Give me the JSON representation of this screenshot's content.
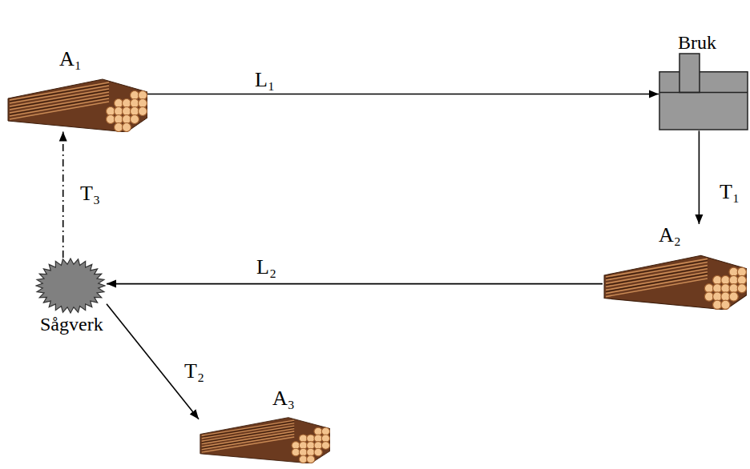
{
  "diagram": {
    "nodes": [
      {
        "text": [
          "A₁"
        ]
      },
      {
        "text": [
          "Bruk"
        ]
      },
      {
        "text": [
          "A₂"
        ]
      },
      {
        "text": [
          "Sågverk"
        ]
      },
      {
        "text": [
          "A₃"
        ]
      }
    ],
    "edges": [
      {
        "from": 0,
        "to": 1,
        "arrow": "to",
        "label": "L₁"
      },
      {
        "from": 1,
        "to": 2,
        "arrow": "to",
        "label": "T₁"
      },
      {
        "from": 2,
        "to": 3,
        "arrow": "to",
        "label": "L₂"
      },
      {
        "from": 3,
        "to": 4,
        "arrow": "to",
        "label": "T₂"
      },
      {
        "from": 3,
        "to": 0,
        "arrow": "to",
        "label": "T₃"
      }
    ]
  }
}
